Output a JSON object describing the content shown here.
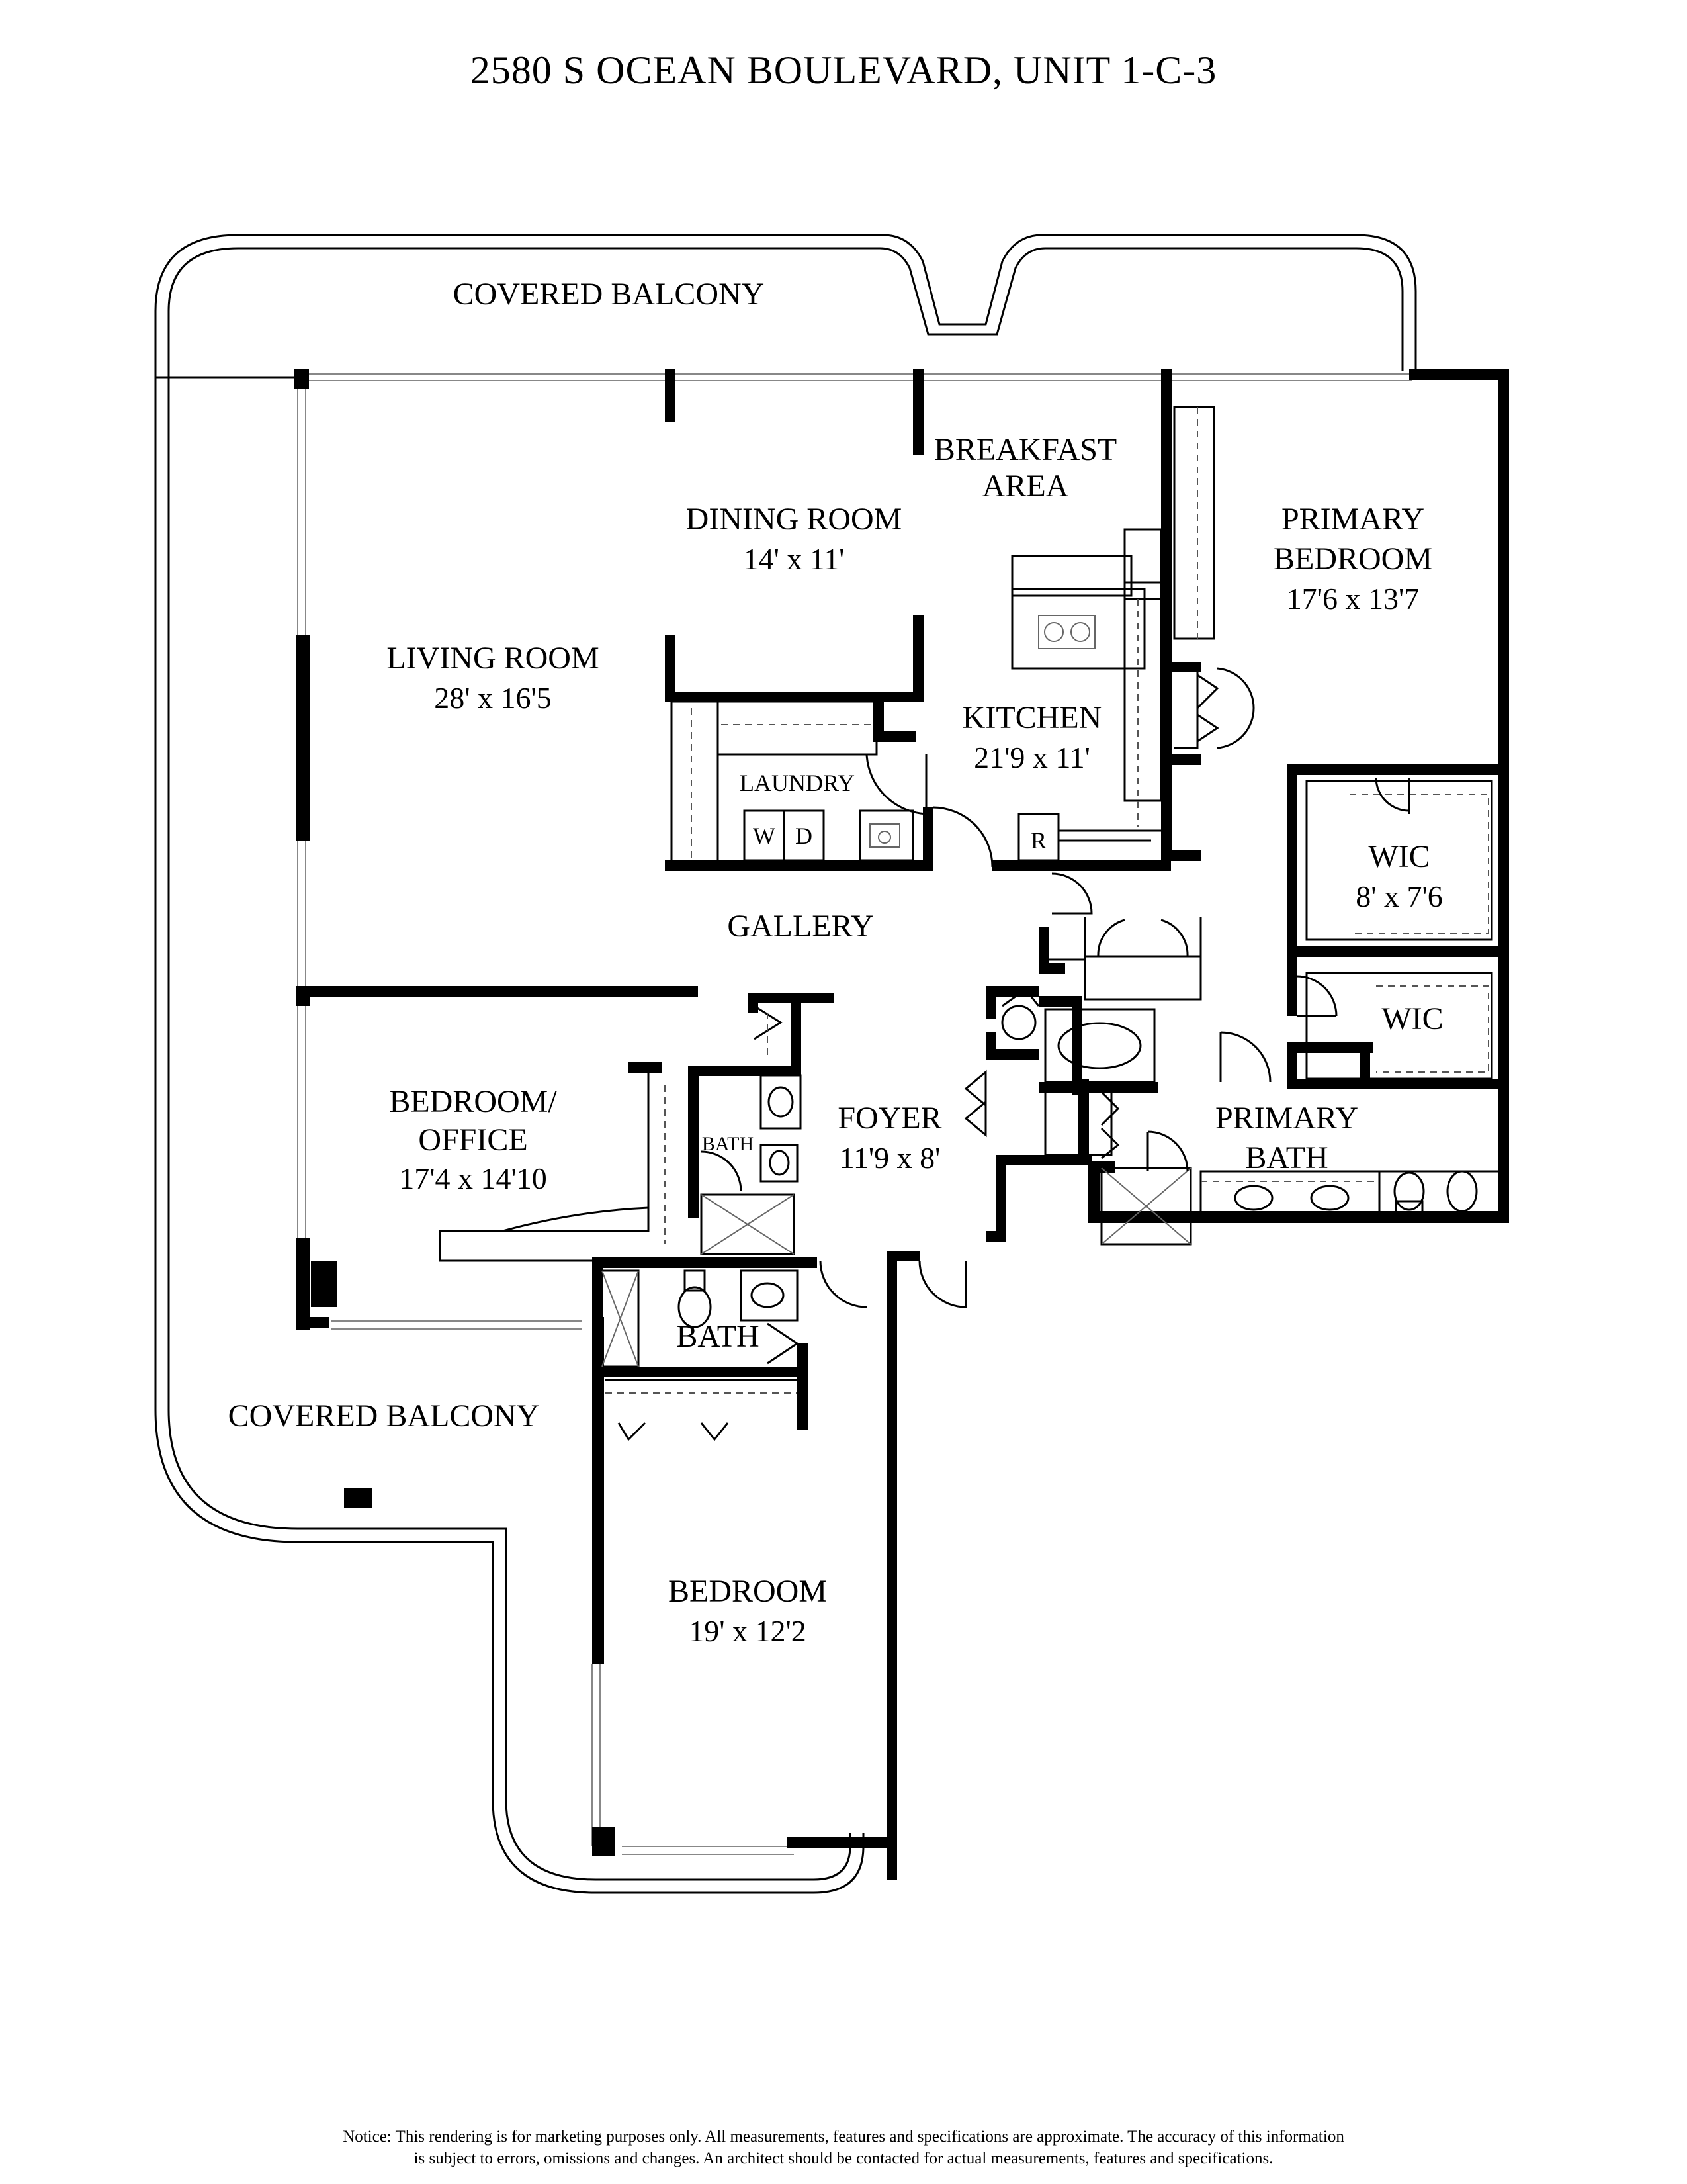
{
  "title": "2580 S OCEAN BOULEVARD, UNIT 1-C-3",
  "rooms": {
    "covered_balcony_top": "COVERED BALCONY",
    "covered_balcony_bottom": "COVERED BALCONY",
    "breakfast": {
      "line1": "BREAKFAST",
      "line2": "AREA"
    },
    "dining": {
      "name": "DINING ROOM",
      "dims": "14' x 11'"
    },
    "primary_bedroom": {
      "line1": "PRIMARY",
      "line2": "BEDROOM",
      "dims": "17'6 x 13'7"
    },
    "living": {
      "name": "LIVING ROOM",
      "dims": "28' x 16'5"
    },
    "kitchen": {
      "name": "KITCHEN",
      "dims": "21'9 x 11'"
    },
    "laundry": {
      "name": "LAUNDRY",
      "washer": "W",
      "dryer": "D"
    },
    "refrigerator": "R",
    "wic_1": {
      "name": "WIC",
      "dims": "8' x 7'6"
    },
    "wic_2": {
      "name": "WIC"
    },
    "gallery": "GALLERY",
    "bedroom_office": {
      "line1": "BEDROOM/",
      "line2": "OFFICE",
      "dims": "17'4 x 14'10"
    },
    "bath_small": "BATH",
    "foyer": {
      "name": "FOYER",
      "dims": "11'9 x 8'"
    },
    "primary_bath": {
      "line1": "PRIMARY",
      "line2": "BATH"
    },
    "bath": "BATH",
    "bedroom": {
      "name": "BEDROOM",
      "dims": "19' x 12'2"
    }
  },
  "notice": {
    "line1": "Notice: This rendering is for marketing purposes only. All measurements, features and specifications are approximate. The accuracy of this information",
    "line2": "is subject to errors, omissions and changes. An architect should be contacted for actual measurements, features and specifications."
  }
}
